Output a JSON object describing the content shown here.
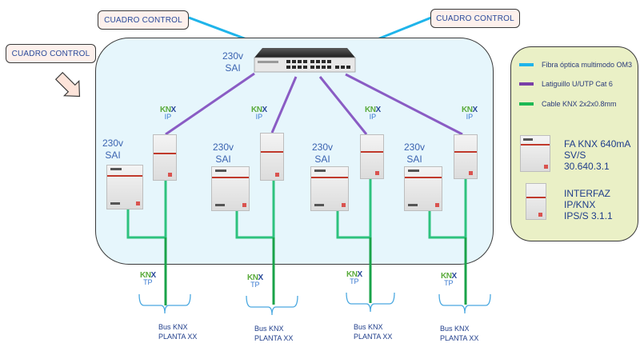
{
  "diagram": {
    "title_boxes": [
      {
        "id": "cuadro-top-left",
        "label": "CUADRO CONTROL"
      },
      {
        "id": "cuadro-top-right",
        "label": "CUADRO CONTROL"
      },
      {
        "id": "cuadro-left",
        "label": "CUADRO CONTROL"
      }
    ],
    "switch": {
      "label_line1": "230v",
      "label_line2": "SAI",
      "icon": "network-switch-icon"
    },
    "units": [
      {
        "sai_line1": "230v",
        "sai_line2": "SAI",
        "ip_logo": "KNX",
        "ip_sub": "IP",
        "tp_logo": "KNX",
        "tp_sub": "TP",
        "bus_line1": "Bus KNX",
        "bus_line2": "PLANTA XX"
      },
      {
        "sai_line1": "230v",
        "sai_line2": "SAI",
        "ip_logo": "KNX",
        "ip_sub": "IP",
        "tp_logo": "KNX",
        "tp_sub": "TP",
        "bus_line1": "Bus KNX",
        "bus_line2": "PLANTA XX"
      },
      {
        "sai_line1": "230v",
        "sai_line2": "SAI",
        "ip_logo": "KNX",
        "ip_sub": "IP",
        "tp_logo": "KNX",
        "tp_sub": "TP",
        "bus_line1": "Bus KNX",
        "bus_line2": "PLANTA XX"
      },
      {
        "sai_line1": "230v",
        "sai_line2": "SAI",
        "ip_logo": "KNX",
        "ip_sub": "IP",
        "tp_logo": "KNX",
        "tp_sub": "TP",
        "bus_line1": "Bus KNX",
        "bus_line2": "PLANTA XX"
      }
    ],
    "legend": {
      "items": [
        {
          "label": "Fibra óptica multimodo OM3",
          "color": "#1fb4ea"
        },
        {
          "label": "Latiguillo U/UTP Cat 6",
          "color": "#7a3fa8"
        },
        {
          "label": "Cable KNX 2x2x0.8mm",
          "color": "#1db954"
        }
      ],
      "devices": [
        {
          "line1": "FA KNX 640mA",
          "line2": "SV/S",
          "line3": "30.640.3.1",
          "icon": "power-supply-icon"
        },
        {
          "line1": "INTERFAZ",
          "line2": "IP/KNX",
          "line3": "IPS/S 3.1.1",
          "icon": "ip-interface-icon"
        }
      ]
    },
    "colors": {
      "fiber": "#1fb4ea",
      "utp": "#8a5cc4",
      "knx_cable": "#2ec27e",
      "knx_cable_dark": "#1aa34a",
      "panel_fill": "#e6f6fc",
      "legend_fill": "#eaf0c6",
      "cuadro_fill": "#fdf0ec",
      "text_blue": "#2a4a9a"
    }
  }
}
